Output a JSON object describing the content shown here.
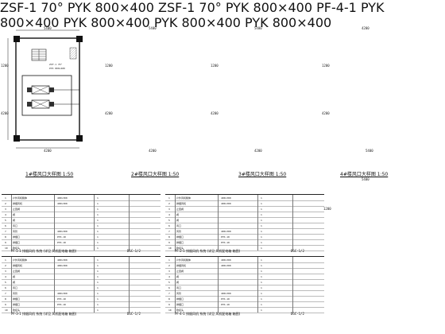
{
  "drawing": {
    "plans": [
      {
        "id": "plan-1f",
        "title": "1#楼风口大样图 1:50",
        "dims": {
          "top": "5400",
          "bottom": "4200",
          "left_a": "1200",
          "left_b": "4200"
        }
      },
      {
        "id": "plan-2f",
        "title": "2#楼风口大样图 1:50",
        "dims": {
          "top": "5400",
          "bottom": "4200",
          "left_a": "1200",
          "left_b": "4200"
        }
      },
      {
        "id": "plan-3f",
        "title": "3#楼风口大样图 1:50",
        "dims": {
          "top": "5400",
          "bottom": "4200",
          "left_a": "1200",
          "left_b": "4200"
        }
      },
      {
        "id": "plan-4f",
        "title": "4#楼风口大样图 1:50",
        "dims": {
          "top": "4200",
          "bottom": "5400",
          "left_a": "1200",
          "left_b": "4200"
        }
      }
    ],
    "small_plan": {
      "dims": {
        "top": "5400",
        "left": "1200"
      }
    },
    "schedules": [
      {
        "id": "sched-a",
        "caption": "PF-1-1 排烟风机 系统 (详见 风机配电箱 箱图)",
        "code": "DGC-1/2"
      },
      {
        "id": "sched-b",
        "caption": "PF-2-1 排烟风机 系统 (详见 风机配电箱 箱图)",
        "code": "DGC-1/2"
      },
      {
        "id": "sched-c",
        "caption": "PF-3-1 排烟风机 系统 (详见 风机配电箱 箱图)",
        "code": "DGC-1/2"
      },
      {
        "id": "sched-d",
        "caption": "PF-4-1 排烟风机 系统 (详见 风机配电箱 箱图)",
        "code": "DGC-1/2"
      }
    ],
    "schedule_rows": [
      [
        "1",
        "户外风机箱体",
        "400×300",
        "1"
      ],
      [
        "2",
        "排烟风机",
        "400×300",
        "1"
      ],
      [
        "3",
        "止回阀",
        "",
        "1"
      ],
      [
        "4",
        "阀",
        "",
        "1"
      ],
      [
        "5",
        "阀",
        "",
        "1"
      ],
      [
        "6",
        "风口",
        "",
        "1"
      ],
      [
        "7",
        "风管",
        "400×300",
        "1"
      ],
      [
        "8",
        "排烟口",
        "PYK-10",
        "1"
      ],
      [
        "9",
        "排烟口",
        "PYK-10",
        "1"
      ],
      [
        "10",
        "软接头",
        "",
        "1"
      ]
    ]
  }
}
